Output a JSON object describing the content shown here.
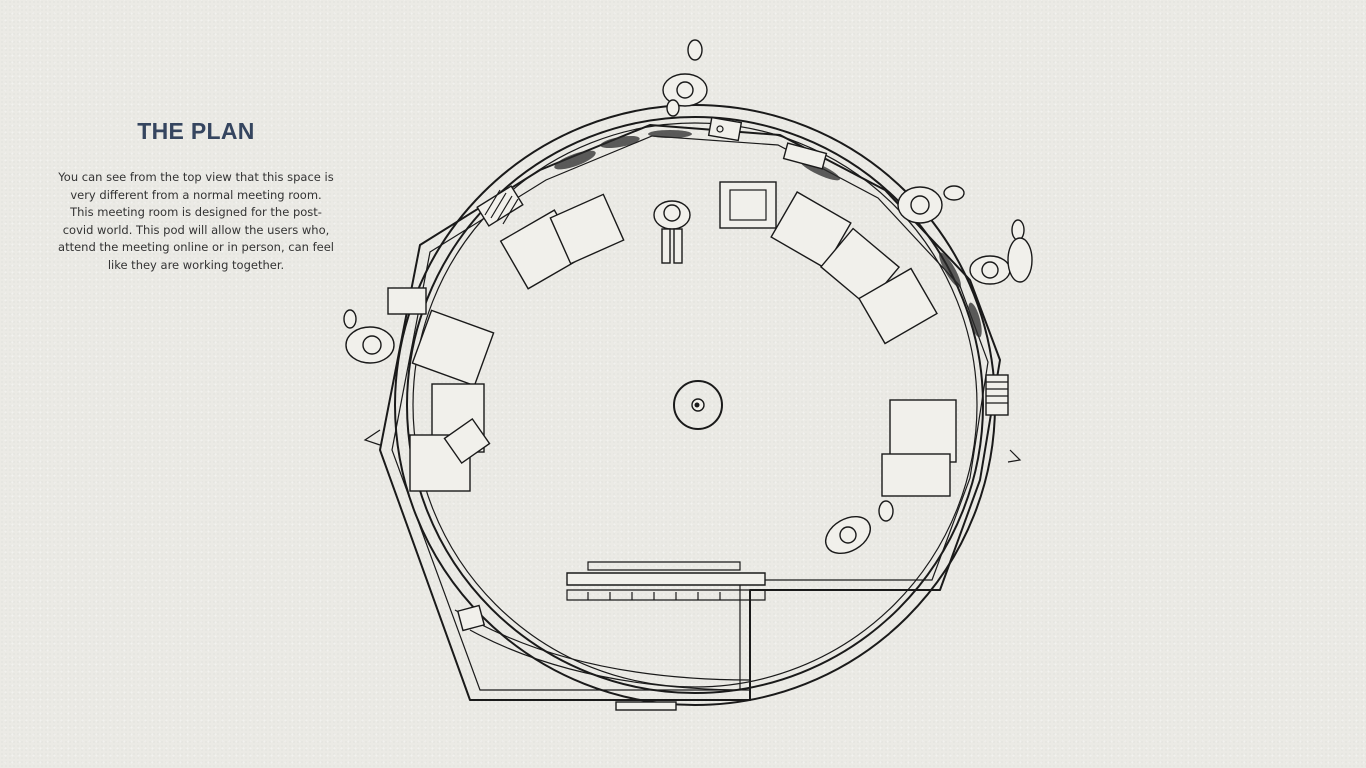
{
  "section": {
    "title": "THE PLAN",
    "description": "You can see from the top view that this space is very different from a normal meeting room. This meeting room is designed for the post-covid world. This pod will allow the users who, attend the meeting online or in person, can feel like they are working together."
  },
  "drawing": {
    "icon": "floor-plan-sketch"
  }
}
